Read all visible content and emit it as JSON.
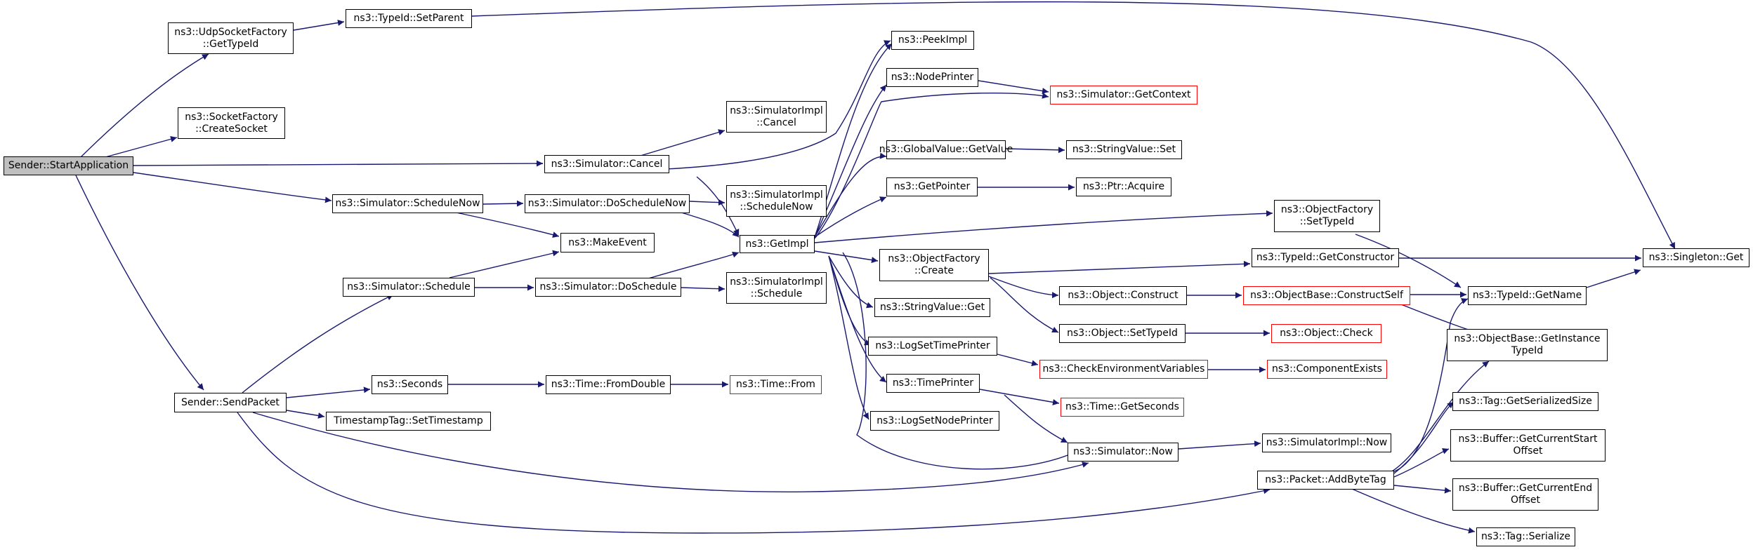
{
  "colors": {
    "edge": "#191970",
    "border": "#000000",
    "external_border": "#ff0000",
    "root_fill": "#bfbfbf"
  },
  "nodes": {
    "start_app": "Sender::StartApplication",
    "udp_get_type_id": "ns3::UdpSocketFactory\n::GetTypeId",
    "type_id_set_parent": "ns3::TypeId::SetParent",
    "socket_factory_create": "ns3::SocketFactory\n::CreateSocket",
    "sim_cancel": "ns3::Simulator::Cancel",
    "simimpl_cancel": "ns3::SimulatorImpl\n::Cancel",
    "peek_impl": "ns3::PeekImpl",
    "node_printer": "ns3::NodePrinter",
    "sim_get_context": "ns3::Simulator::GetContext",
    "global_value_get": "ns3::GlobalValue::GetValue",
    "string_value_set": "ns3::StringValue::Set",
    "get_pointer": "ns3::GetPointer",
    "ptr_acquire": "ns3::Ptr::Acquire",
    "sim_schedule_now": "ns3::Simulator::ScheduleNow",
    "sim_do_schedule_now": "ns3::Simulator::DoScheduleNow",
    "simimpl_schedule_now": "ns3::SimulatorImpl\n::ScheduleNow",
    "get_impl": "ns3::GetImpl",
    "make_event": "ns3::MakeEvent",
    "object_factory_set_type": "ns3::ObjectFactory\n::SetTypeId",
    "object_factory_create": "ns3::ObjectFactory\n::Create",
    "type_id_get_constructor": "ns3::TypeId::GetConstructor",
    "singleton_get": "ns3::Singleton::Get",
    "sim_schedule": "ns3::Simulator::Schedule",
    "sim_do_schedule": "ns3::Simulator::DoSchedule",
    "simimpl_schedule": "ns3::SimulatorImpl\n::Schedule",
    "object_construct": "ns3::Object::Construct",
    "object_base_construct_self": "ns3::ObjectBase::ConstructSelf",
    "type_id_get_name": "ns3::TypeId::GetName",
    "string_value_get": "ns3::StringValue::Get",
    "object_set_type_id": "ns3::Object::SetTypeId",
    "object_check": "ns3::Object::Check",
    "object_base_get_instance": "ns3::ObjectBase::GetInstance\nTypeId",
    "log_set_time_printer": "ns3::LogSetTimePrinter",
    "check_env_vars": "ns3::CheckEnvironmentVariables",
    "component_exists": "ns3::ComponentExists",
    "seconds": "ns3::Seconds",
    "time_from_double": "ns3::Time::FromDouble",
    "time_from": "ns3::Time::From",
    "time_printer": "ns3::TimePrinter",
    "send_packet": "Sender::SendPacket",
    "tag_get_serialized_size": "ns3::Tag::GetSerializedSize",
    "time_get_seconds": "ns3::Time::GetSeconds",
    "timestamp_set": "TimestampTag::SetTimestamp",
    "log_set_node_printer": "ns3::LogSetNodePrinter",
    "buffer_start_offset": "ns3::Buffer::GetCurrentStart\nOffset",
    "sim_now": "ns3::Simulator::Now",
    "simimpl_now": "ns3::SimulatorImpl::Now",
    "buffer_end_offset": "ns3::Buffer::GetCurrentEnd\nOffset",
    "packet_add_byte_tag": "ns3::Packet::AddByteTag",
    "tag_serialize": "ns3::Tag::Serialize"
  }
}
